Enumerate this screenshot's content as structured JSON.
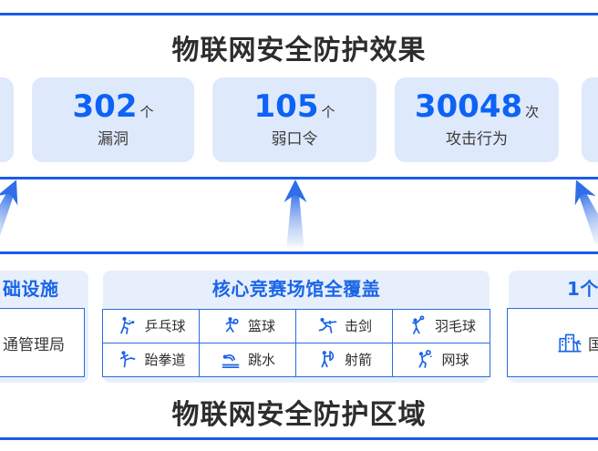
{
  "colors": {
    "accent_blue": "#1a5ce8",
    "number_blue": "#0c63f5",
    "stat_card_bg": "#dfe9fc",
    "zone_card_bg": "#e8effc",
    "table_border": "#2b6ce0",
    "zone_title_blue": "#1a66e8",
    "title_text": "#2d2d2d",
    "icon_blue": "#1a63e8"
  },
  "top": {
    "title": "物联网安全防护效果"
  },
  "stats": {
    "items": [
      {
        "value": "302",
        "unit": "个",
        "label": "漏洞"
      },
      {
        "value": "105",
        "unit": "个",
        "label": "弱口令"
      },
      {
        "value": "30048",
        "unit": "次",
        "label": "攻击行为"
      }
    ]
  },
  "arrows": {
    "icon": "up-arrow-icon",
    "count": 3
  },
  "zones": {
    "left": {
      "title": "础设施",
      "box_label": "通管理局"
    },
    "center": {
      "title": "核心竞赛场馆全覆盖",
      "sports": [
        {
          "label": "乒乓球",
          "icon": "table-tennis-icon"
        },
        {
          "label": "篮球",
          "icon": "basketball-icon"
        },
        {
          "label": "击剑",
          "icon": "fencing-icon"
        },
        {
          "label": "羽毛球",
          "icon": "badminton-icon"
        },
        {
          "label": "跆拳道",
          "icon": "taekwondo-icon"
        },
        {
          "label": "跳水",
          "icon": "diving-icon"
        },
        {
          "label": "射箭",
          "icon": "archery-icon"
        },
        {
          "label": "网球",
          "icon": "tennis-icon"
        }
      ]
    },
    "right": {
      "title": "1个",
      "box_label": "国",
      "icon": "buildings-icon"
    }
  },
  "bottom": {
    "title": "物联网安全防护区域"
  }
}
